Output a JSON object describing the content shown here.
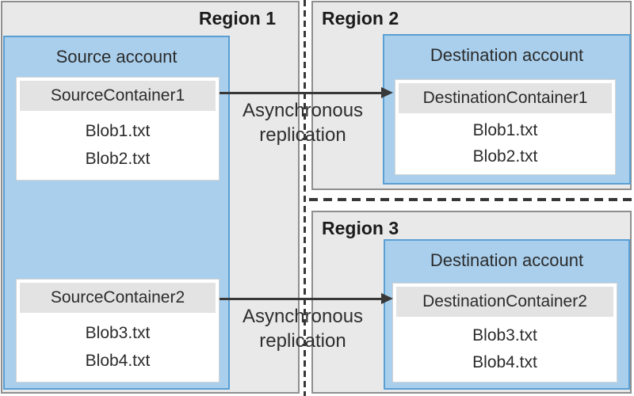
{
  "diagram": {
    "title_implicit": "",
    "regions": [
      {
        "label": "Region 1"
      },
      {
        "label": "Region 2"
      },
      {
        "label": "Region 3"
      }
    ],
    "accounts": {
      "source": {
        "label": "Source account",
        "containers": [
          {
            "name": "SourceContainer1",
            "blobs": [
              "Blob1.txt",
              "Blob2.txt"
            ]
          },
          {
            "name": "SourceContainer2",
            "blobs": [
              "Blob3.txt",
              "Blob4.txt"
            ]
          }
        ]
      },
      "destination_region2": {
        "label": "Destination account",
        "containers": [
          {
            "name": "DestinationContainer1",
            "blobs": [
              "Blob1.txt",
              "Blob2.txt"
            ]
          }
        ]
      },
      "destination_region3": {
        "label": "Destination account",
        "containers": [
          {
            "name": "DestinationContainer2",
            "blobs": [
              "Blob3.txt",
              "Blob4.txt"
            ]
          }
        ]
      }
    },
    "arrows": [
      {
        "label": "Asynchronous replication"
      },
      {
        "label": "Asynchronous replication"
      }
    ],
    "colors": {
      "account_fill": "#a9cfec",
      "account_border": "#5b9fd3",
      "region_fill": "#e9e9e9",
      "region_border": "#8e8e8e",
      "container_header_fill": "#e3e3e3",
      "container_fill": "#ffffff",
      "line": "#383838",
      "text": "#2e2e2e"
    }
  }
}
